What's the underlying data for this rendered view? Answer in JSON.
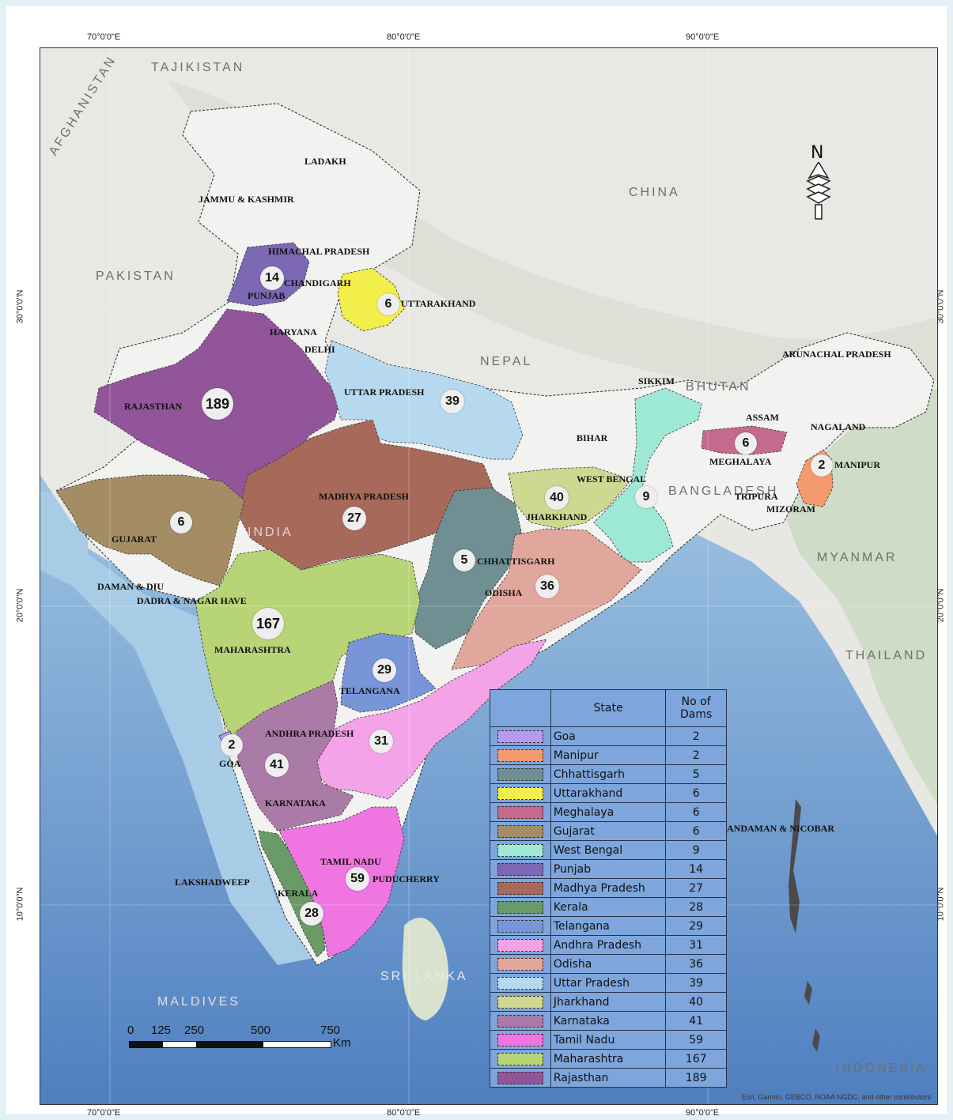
{
  "map": {
    "longitude_ticks": [
      "70°0'0\"E",
      "80°0'0\"E",
      "90°0'0\"E"
    ],
    "latitude_ticks": [
      "30°0'0\"N",
      "20°0'0\"N",
      "10°0'0\"N"
    ],
    "countries": [
      "TAJIKISTAN",
      "AFGHANISTAN",
      "PAKISTAN",
      "CHINA",
      "NEPAL",
      "BHUTAN",
      "BANGLADESH",
      "MYANMAR",
      "THAILAND",
      "INDONESIA",
      "SRI LANKA",
      "MALDIVES",
      "INDIA"
    ],
    "region_labels": [
      "LADAKH",
      "JAMMU & KASHMIR",
      "HIMACHAL PRADESH",
      "CHANDIGARH",
      "PUNJAB",
      "UTTARAKHAND",
      "HARYANA",
      "DELHI",
      "RAJASTHAN",
      "UTTAR PRADESH",
      "SIKKIM",
      "ARUNACHAL PRADESH",
      "ASSAM",
      "NAGALAND",
      "MEGHALAYA",
      "MANIPUR",
      "BIHAR",
      "WEST BENGAL",
      "TRIPURA",
      "MIZORAM",
      "JHARKHAND",
      "MADHYA PRADESH",
      "GUJARAT",
      "CHHATTISGARH",
      "ODISHA",
      "DAMAN & DIU",
      "DADRA & NAGAR HAVE",
      "MAHARASHTRA",
      "TELANGANA",
      "ANDHRA PRADESH",
      "GOA",
      "KARNATAKA",
      "ANDAMAN & NICOBAR",
      "TAMIL NADU",
      "PUDUCHERRY",
      "LAKSHADWEEP",
      "KERALA"
    ],
    "dam_badges": [
      {
        "state": "Punjab",
        "value": "14"
      },
      {
        "state": "Uttarakhand",
        "value": "6"
      },
      {
        "state": "Rajasthan",
        "value": "189"
      },
      {
        "state": "Uttar Pradesh",
        "value": "39"
      },
      {
        "state": "Meghalaya",
        "value": "6"
      },
      {
        "state": "Manipur",
        "value": "2"
      },
      {
        "state": "Jharkhand",
        "value": "40"
      },
      {
        "state": "West Bengal",
        "value": "9"
      },
      {
        "state": "Gujarat",
        "value": "6"
      },
      {
        "state": "Madhya Pradesh",
        "value": "27"
      },
      {
        "state": "Chhattisgarh",
        "value": "5"
      },
      {
        "state": "Odisha",
        "value": "36"
      },
      {
        "state": "Maharashtra",
        "value": "167"
      },
      {
        "state": "Telangana",
        "value": "29"
      },
      {
        "state": "Andhra Pradesh",
        "value": "31"
      },
      {
        "state": "Goa",
        "value": "2"
      },
      {
        "state": "Karnataka",
        "value": "41"
      },
      {
        "state": "Tamil Nadu",
        "value": "59"
      },
      {
        "state": "Kerala",
        "value": "28"
      }
    ],
    "north_label": "N",
    "attribution": "Esri, Garmin, GEBCO, NOAA NGDC, and other contributors"
  },
  "scale_bar": {
    "ticks": [
      "0",
      "125",
      "250",
      "500",
      "750"
    ],
    "unit": "Km"
  },
  "legend": {
    "header_state": "State",
    "header_count": "No of Dams",
    "rows": [
      {
        "name": "Goa",
        "count": "2",
        "color": "#b69cf0"
      },
      {
        "name": "Manipur",
        "count": "2",
        "color": "#f49a6e"
      },
      {
        "name": "Chhattisgarh",
        "count": "5",
        "color": "#6f8f93"
      },
      {
        "name": "Uttarakhand",
        "count": "6",
        "color": "#f2ee4a"
      },
      {
        "name": "Meghalaya",
        "count": "6",
        "color": "#c46a8d"
      },
      {
        "name": "Gujarat",
        "count": "6",
        "color": "#a48d64"
      },
      {
        "name": "West Bengal",
        "count": "9",
        "color": "#9ee9d6"
      },
      {
        "name": "Punjab",
        "count": "14",
        "color": "#7d68b3"
      },
      {
        "name": "Madhya Pradesh",
        "count": "27",
        "color": "#a7695a"
      },
      {
        "name": "Kerala",
        "count": "28",
        "color": "#6a9a68"
      },
      {
        "name": "Telangana",
        "count": "29",
        "color": "#7895d8"
      },
      {
        "name": "Andhra Pradesh",
        "count": "31",
        "color": "#f5a3e8"
      },
      {
        "name": "Odisha",
        "count": "36",
        "color": "#e2a79c"
      },
      {
        "name": "Uttar Pradesh",
        "count": "39",
        "color": "#b6d9f0"
      },
      {
        "name": "Jharkhand",
        "count": "40",
        "color": "#cfd890"
      },
      {
        "name": "Karnataka",
        "count": "41",
        "color": "#ab7ba8"
      },
      {
        "name": "Tamil Nadu",
        "count": "59",
        "color": "#ef76e0"
      },
      {
        "name": "Maharashtra",
        "count": "167",
        "color": "#b7d476"
      },
      {
        "name": "Rajasthan",
        "count": "189",
        "color": "#93559a"
      }
    ]
  }
}
